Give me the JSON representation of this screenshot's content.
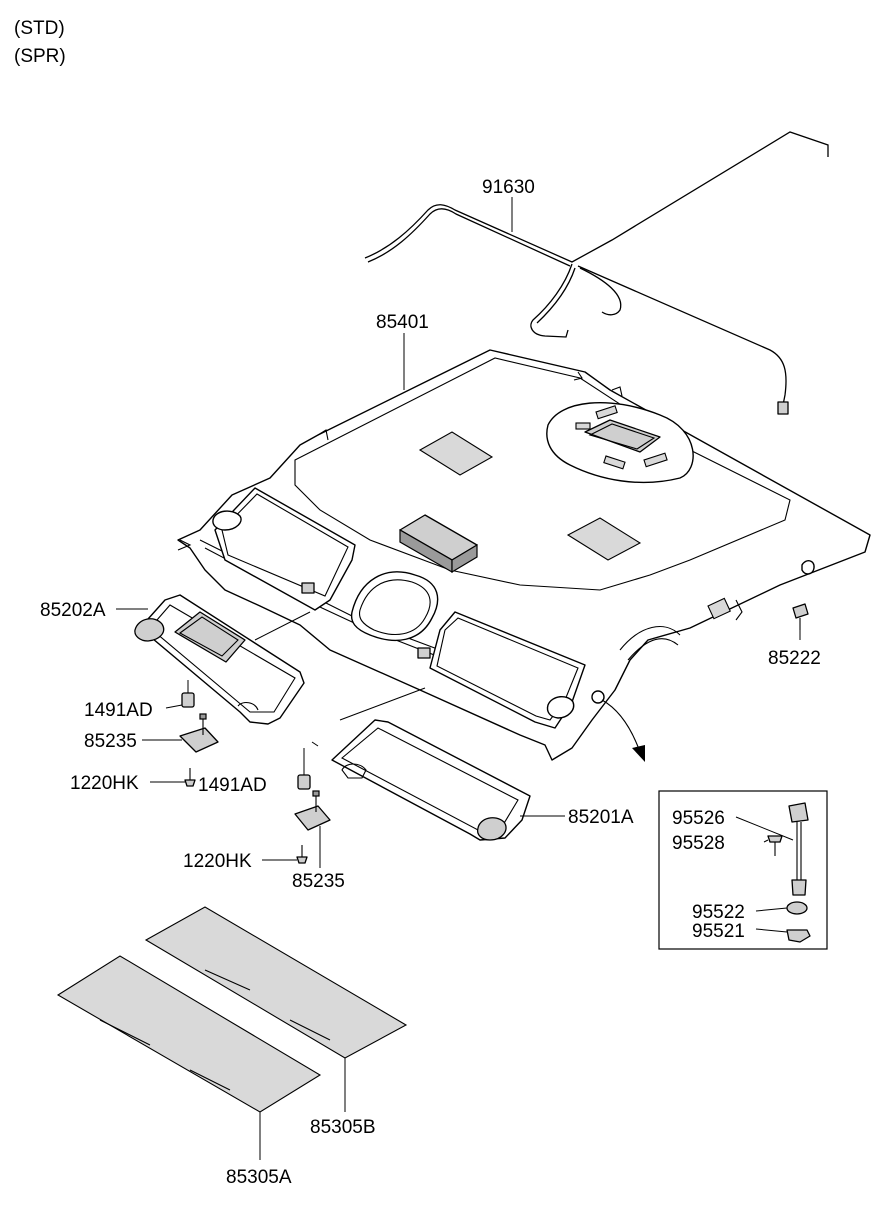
{
  "variants": [
    "(STD)",
    "(SPR)"
  ],
  "labels": {
    "wiring": "91630",
    "headlining": "85401",
    "sunvisor_lh": "85202A",
    "sunvisor_rh": "85201A",
    "clip_85222": "85222",
    "retainer_lh": "1491AD",
    "retainer_rh": "1491AD",
    "bracket_lh": "85235",
    "bracket_rh": "85235",
    "screw_lh": "1220HK",
    "screw_rh": "1220HK",
    "pad_a": "85305A",
    "pad_b": "85305B",
    "detail_95526": "95526",
    "detail_95528": "95528",
    "detail_95522": "95522",
    "detail_95521": "95521"
  }
}
